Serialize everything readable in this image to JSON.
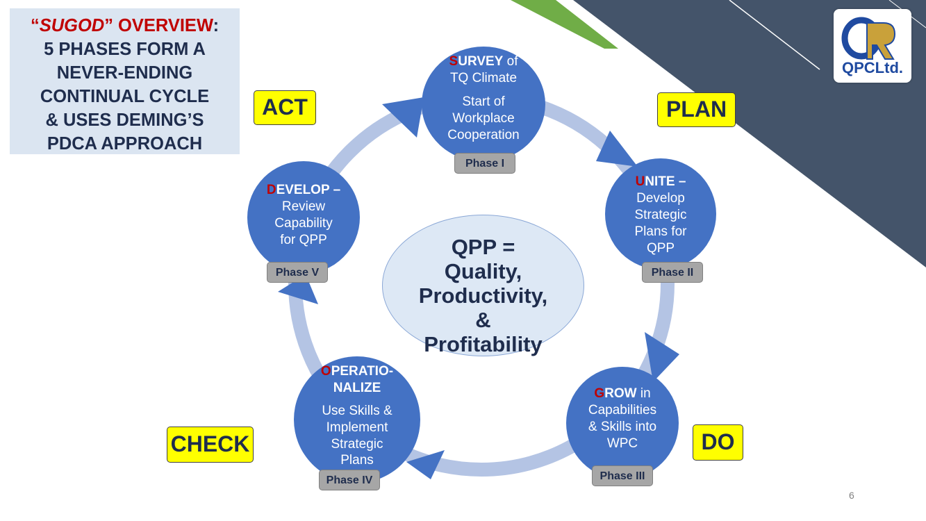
{
  "title": {
    "quote_open": "“",
    "sugod": "SUGOD",
    "quote_close": "”",
    "overview": " OVERVIEW",
    "colon": ":",
    "line2": "5 PHASES FORM A",
    "line3": "NEVER-ENDING",
    "line4": "CONTINUAL CYCLE",
    "line5": "& USES  DEMING’S",
    "line6": "PDCA APPROACH"
  },
  "logo": {
    "text": "QPCLtd.",
    "icon": "qpc-logo-icon"
  },
  "pdca": {
    "plan": "PLAN",
    "do": "DO",
    "check": "CHECK",
    "act": "ACT"
  },
  "center": {
    "line1": "QPP =",
    "line2": "Quality,",
    "line3": "Productivity,",
    "line4": "&",
    "line5": "Profitability"
  },
  "phases": {
    "survey": {
      "first": "S",
      "rest": "URVEY",
      "of": " of",
      "line2": "TQ Climate",
      "line3": "Start of",
      "line4": "Workplace",
      "line5": "Cooperation",
      "tag": "Phase I"
    },
    "unite": {
      "first": "U",
      "rest": "NITE",
      "dash": " –",
      "line2": "Develop",
      "line3": "Strategic",
      "line4": "Plans for",
      "line5": "QPP",
      "tag": "Phase II"
    },
    "grow": {
      "first": "G",
      "rest": "ROW",
      "in": " in",
      "line2": "Capabilities",
      "line3": "& Skills into",
      "line4": "WPC",
      "tag": "Phase III"
    },
    "operationalize": {
      "first": "O",
      "rest": "PERATIO-",
      "line2": "NALIZE",
      "line3": "Use Skills &",
      "line4": "Implement",
      "line5": "Strategic",
      "line6": "Plans",
      "tag": "Phase IV"
    },
    "develop": {
      "first": "D",
      "rest": "EVELOP",
      "dash": " –",
      "line2": "Review",
      "line3": "Capability",
      "line4": "for QPP",
      "tag": "Phase V"
    }
  },
  "page_number": "6",
  "colors": {
    "circle": "#4472c4",
    "ring": "#b4c4e4",
    "highlight": "#ffff00",
    "accent_red": "#c00000",
    "band_dark": "#44546a",
    "band_green": "#70ad47",
    "band_orange": "#ed7d31"
  }
}
